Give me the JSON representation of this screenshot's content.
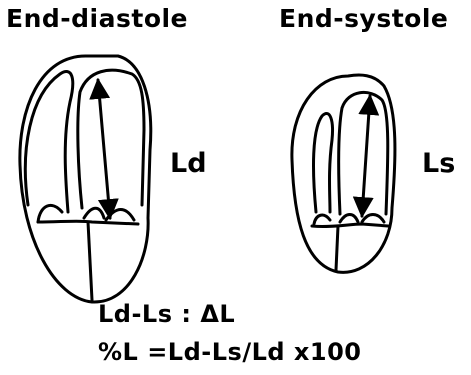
{
  "labels": {
    "end_diastole": "End-diastole",
    "end_systole": "End-systole",
    "ld": "Ld",
    "ls": "Ls"
  },
  "formulas": {
    "delta": "Ld-Ls : ΔL",
    "percent": "%L =Ld-Ls/Ld x100"
  },
  "colors": {
    "ink": "#000000",
    "background": "#ffffff"
  }
}
